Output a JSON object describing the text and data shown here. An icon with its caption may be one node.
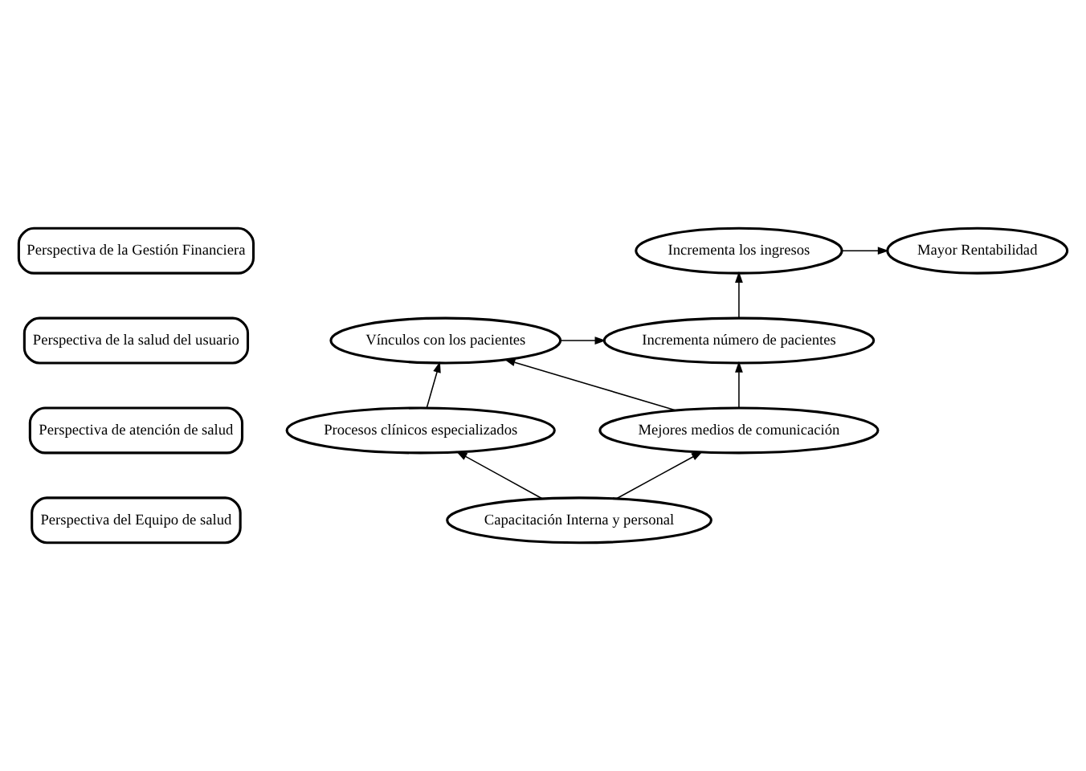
{
  "diagram": {
    "nodes": [
      {
        "text": [
          "Perspectiva de la Gestión Financiera"
        ]
      },
      {
        "text": [
          "Perspectiva de la salud del usuario"
        ]
      },
      {
        "text": [
          "Perspectiva de atención de salud"
        ]
      },
      {
        "text": [
          "Perspectiva del Equipo de salud"
        ]
      },
      {
        "text": [
          "Incrementa los ingresos"
        ]
      },
      {
        "text": [
          "Mayor Rentabilidad"
        ]
      },
      {
        "text": [
          "Vínculos con los pacientes"
        ]
      },
      {
        "text": [
          "Incrementa número de pacientes"
        ]
      },
      {
        "text": [
          "Mejores medios de comunicación"
        ]
      },
      {
        "text": [
          "Procesos clínicos especializados"
        ]
      },
      {
        "text": [
          "Capacitación Interna y personal"
        ]
      }
    ],
    "edges": [
      {
        "from": 4,
        "to": 5,
        "arrow": "to"
      },
      {
        "from": 7,
        "to": 4,
        "arrow": "to"
      },
      {
        "from": 6,
        "to": 7,
        "arrow": "to"
      },
      {
        "from": 8,
        "to": 6,
        "arrow": "to"
      },
      {
        "from": 8,
        "to": 7,
        "arrow": "to"
      },
      {
        "from": 9,
        "to": 6,
        "arrow": "to"
      },
      {
        "from": 10,
        "to": 8,
        "arrow": "to"
      },
      {
        "from": 10,
        "to": 9,
        "arrow": "to"
      }
    ]
  }
}
